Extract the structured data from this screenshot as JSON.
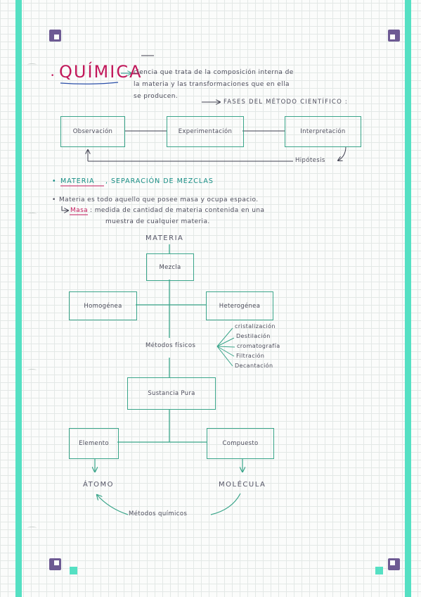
{
  "page": {
    "title": "QUÍMICA",
    "intro": {
      "line1": "ciencia que trata de la composición interna de",
      "line2": "la materia y las transformaciones que en ella",
      "line3": "se producen."
    }
  },
  "scientific_method": {
    "heading": "FASES DEL MÉTODO CIENTÍFICO :",
    "steps": [
      "Observación",
      "Experimentación",
      "Interpretación"
    ],
    "feedback": "Hipótesis"
  },
  "section_matter": {
    "heading_a": "MATERIA",
    "heading_b": "SEPARACIÓN DE MEZCLAS",
    "definition_line1": "Materia es todo aquello que posee masa y ocupa espacio.",
    "mass_label": "Masa",
    "mass_line1": ": medida de cantidad de materia contenida en una",
    "mass_line2": "muestra de cualquier materia."
  },
  "diagram": {
    "root": "MATERIA",
    "mixture": "Mezcla",
    "homogeneous": "Homogénea",
    "heterogeneous": "Heterogénea",
    "physical_methods": "Métodos físicos",
    "methods": [
      "cristalización",
      "Destilación",
      "cromatografía",
      "Filtración",
      "Decantación"
    ],
    "pure_substance": "Sustancia Pura",
    "element": "Elemento",
    "compound": "Compuesto",
    "atom": "ÁTOMO",
    "molecule": "MOLÉCULA",
    "chemical_methods": "Métodos químicos"
  },
  "colors": {
    "title": "#c2185b",
    "box_border": "#3aa58a",
    "heading_teal": "#1a8f86",
    "margin_band": "#55e0c3",
    "corner_tab": "#6d5a93",
    "ink": "#4d4d5c"
  }
}
